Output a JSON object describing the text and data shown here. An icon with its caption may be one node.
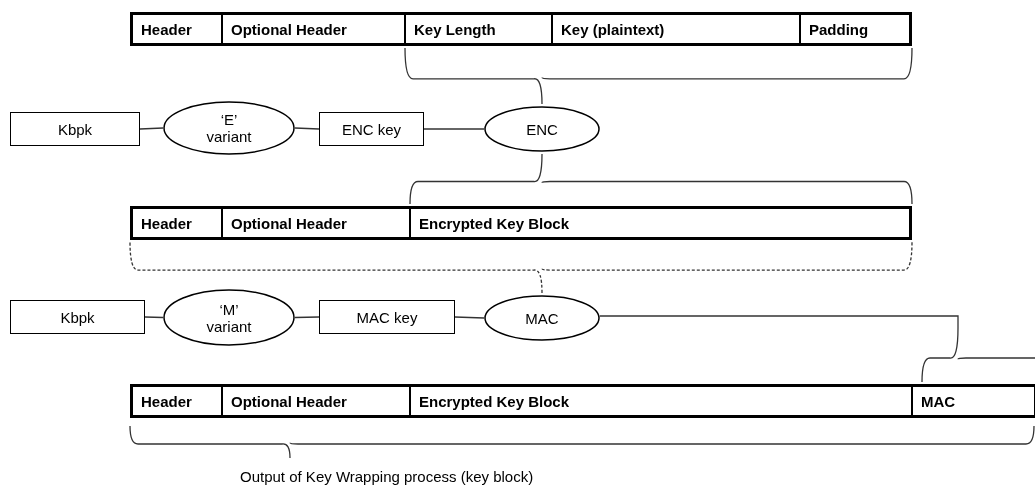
{
  "diagram": {
    "nodes": [
      {
        "text": [
          "Header"
        ]
      },
      {
        "text": [
          "Optional Header"
        ]
      },
      {
        "text": [
          "Key Length"
        ]
      },
      {
        "text": [
          "Key (plaintext)"
        ]
      },
      {
        "text": [
          "Padding"
        ]
      },
      {
        "text": [
          "Kbpk"
        ]
      },
      {
        "text": [
          "‘E’ variant"
        ]
      },
      {
        "text": [
          "ENC key"
        ]
      },
      {
        "text": [
          "ENC"
        ]
      },
      {
        "text": [
          "Header"
        ]
      },
      {
        "text": [
          "Optional Header"
        ]
      },
      {
        "text": [
          "Encrypted Key Block"
        ]
      },
      {
        "text": [
          "Kbpk"
        ]
      },
      {
        "text": [
          "‘M’ variant"
        ]
      },
      {
        "text": [
          "MAC key"
        ]
      },
      {
        "text": [
          "MAC"
        ]
      },
      {
        "text": [
          "Header"
        ]
      },
      {
        "text": [
          "Optional Header"
        ]
      },
      {
        "text": [
          "Encrypted Key Block"
        ]
      },
      {
        "text": [
          "MAC"
        ]
      }
    ],
    "edges": [
      {
        "from": 5,
        "to": 6,
        "arrow": "none"
      },
      {
        "from": 6,
        "to": 7,
        "arrow": "none"
      },
      {
        "from": 7,
        "to": 8,
        "arrow": "none"
      },
      {
        "from": 8,
        "to": 11,
        "arrow": "none"
      },
      {
        "from": 12,
        "to": 13,
        "arrow": "none"
      },
      {
        "from": 13,
        "to": 14,
        "arrow": "none"
      },
      {
        "from": 14,
        "to": 15,
        "arrow": "none"
      },
      {
        "from": 15,
        "to": 19,
        "arrow": "none"
      }
    ],
    "labels": [
      "Output of Key Wrapping process (key block)"
    ]
  }
}
